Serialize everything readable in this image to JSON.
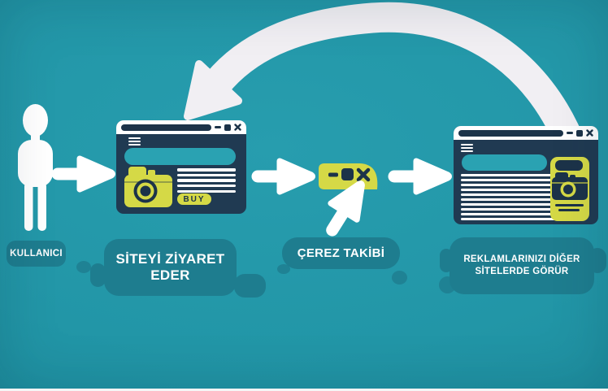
{
  "diagram": {
    "flow": [
      "KULLANICI",
      "SİTEYİ ZİYARET EDER",
      "ÇEREZ TAKİBİ",
      "REKLAMLARINIZI DİĞER SİTELERDE GÖRÜR"
    ]
  },
  "labels": {
    "user": "KULLANICI",
    "visit_line1": "SİTEYİ ZİYARET",
    "visit_line2": "EDER",
    "cookie": "ÇEREZ TAKİBİ",
    "ads_line1": "REKLAMLARINIZI DİĞER",
    "ads_line2": "SİTELERDE GÖRÜR"
  },
  "browser1": {
    "buy_label": "BUY"
  },
  "colors": {
    "background_teal": "#2296a7",
    "label_plate_teal": "#1e7d8f",
    "browser_navy": "#203a52",
    "address_bar_navy": "#1c3349",
    "banner_teal": "#2aa2b2",
    "accent_yellow": "#d5d946",
    "arc_offwhite": "#f1eff3",
    "white": "#ffffff"
  },
  "icons": {
    "person": "person-icon",
    "flow_arrow": "arrow-right-icon",
    "camera": "camera-icon",
    "menu": "menu-icon",
    "minimize": "minimize-icon",
    "maximize": "maximize-icon",
    "close": "close-icon",
    "cookie_window": "cookie-window-icon",
    "cursor": "cursor-arrow-icon",
    "return_arc": "curved-return-arrow-icon"
  }
}
